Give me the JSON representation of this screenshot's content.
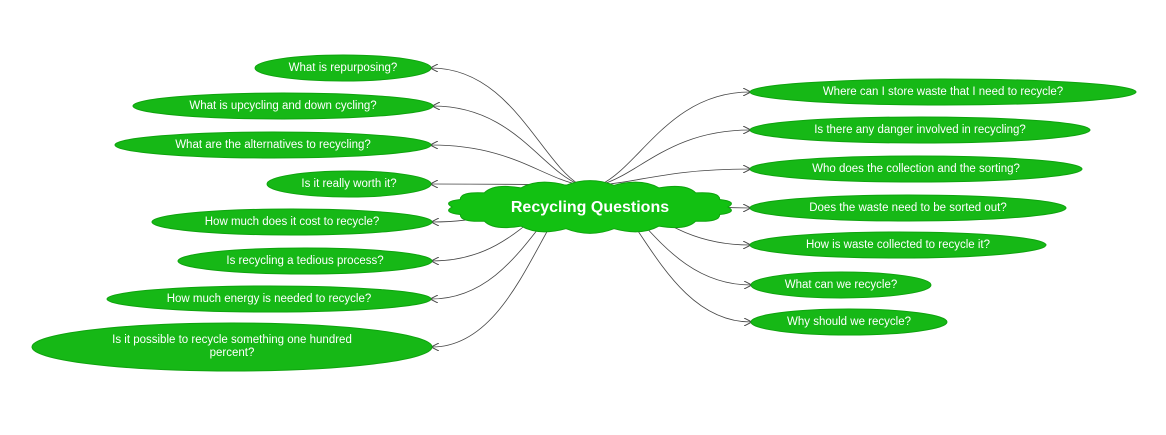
{
  "center": {
    "label": "Recycling Questions",
    "color": "#12c112"
  },
  "colors": {
    "node": "#16b816",
    "node_stroke": "#0ea30e",
    "link": "#444444"
  },
  "left_nodes": [
    "What is repurposing?",
    "What is upcycling and down cycling?",
    "What are the alternatives to recycling?",
    "Is it really worth it?",
    "How much does it cost to recycle?",
    "Is recycling a tedious process?",
    "How much energy is needed to recycle?",
    "Is it possible to recycle something one hundred percent?"
  ],
  "right_nodes": [
    "Where can I store waste that I need to recycle?",
    "Is there any danger involved in recycling?",
    "Who does the collection and the sorting?",
    "Does the waste need to be sorted out?",
    "How is waste collected to recycle it?",
    "What can we recycle?",
    "Why should we recycle?"
  ]
}
